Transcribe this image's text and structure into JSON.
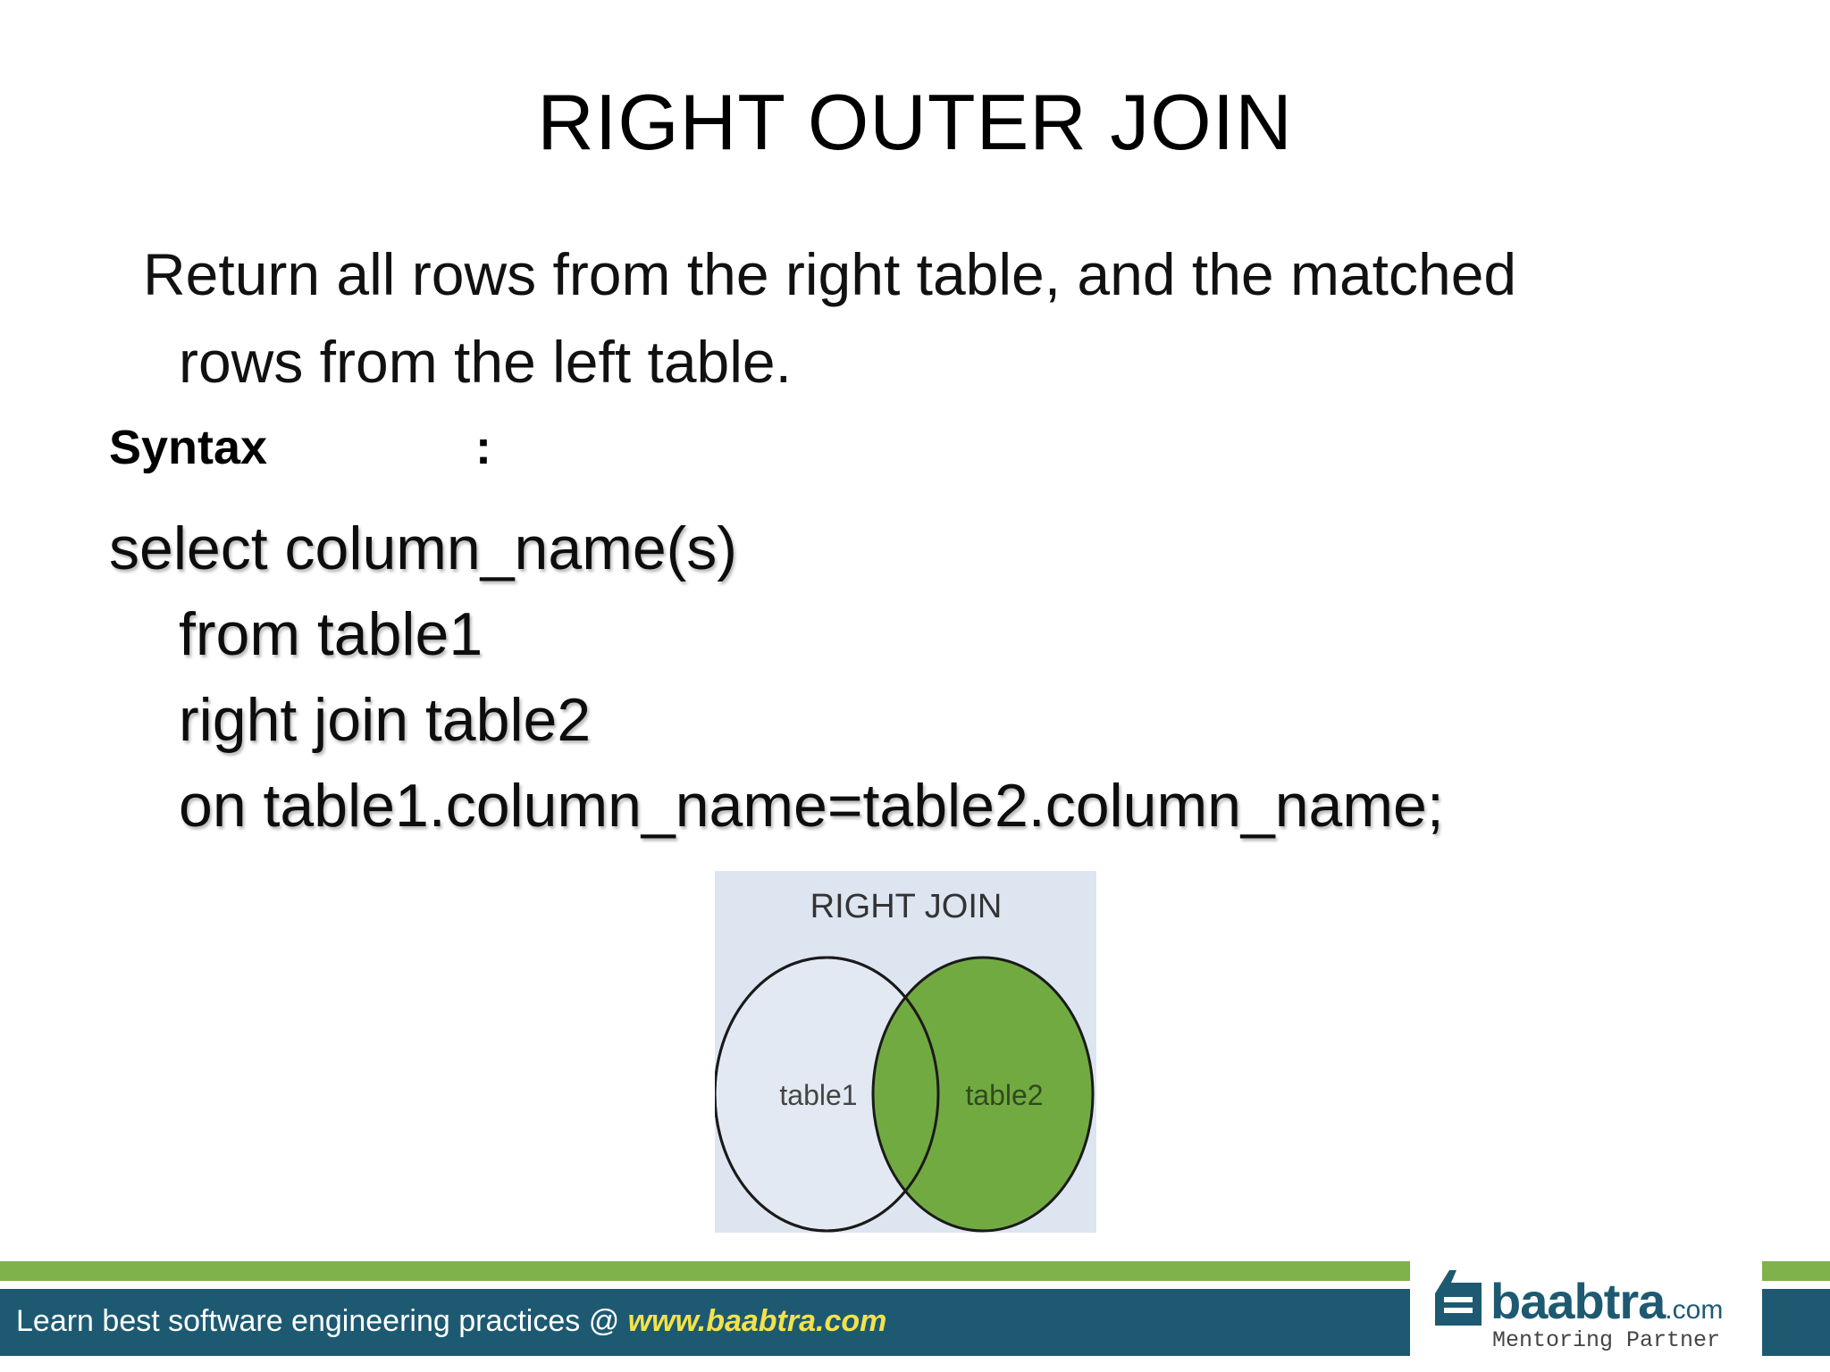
{
  "slide": {
    "title": "RIGHT  OUTER JOIN",
    "description_line1": "Return all rows from the right table, and the matched",
    "description_line2": "rows from the left table.",
    "syntax_label": "Syntax",
    "syntax_colon": ":",
    "code_lines": [
      "select column_name(s)",
      "from table1",
      "right join table2",
      "on table1.column_name=table2.column_name;"
    ]
  },
  "diagram": {
    "title": "RIGHT JOIN",
    "left_label": "table1",
    "right_label": "table2",
    "background_color": "#dde5f0",
    "highlight_color": "#72aa42"
  },
  "footer": {
    "tagline": "Learn best software engineering practices @ ",
    "link": "www.baabtra.com",
    "logo_word": "baabtra",
    "logo_suffix": ".com",
    "logo_tagline": "Mentoring Partner"
  },
  "colors": {
    "footer_green": "#7fb24a",
    "footer_blue": "#1d5a72",
    "link_yellow": "#f4e24a"
  }
}
